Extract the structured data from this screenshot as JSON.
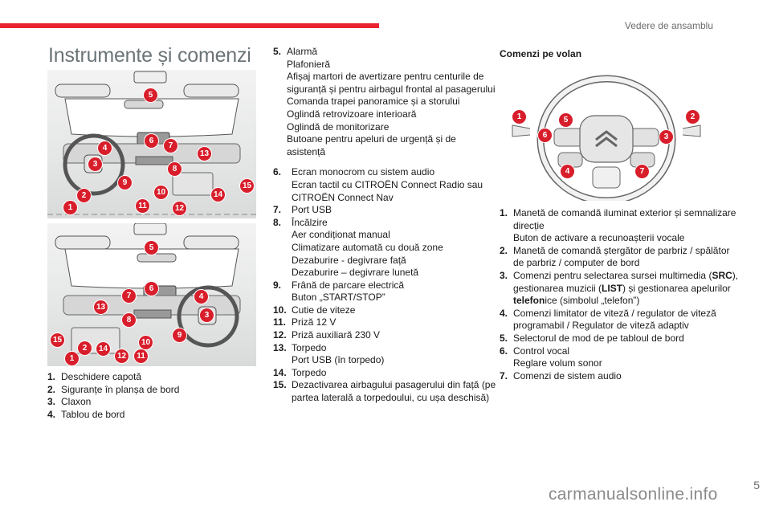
{
  "header": {
    "section_title": "Vedere de ansamblu",
    "accent_color": "#e8232f"
  },
  "page": {
    "title": "Instrumente și comenzi",
    "number": "5"
  },
  "dashboard_figures": {
    "lhd_callouts": [
      "1",
      "2",
      "3",
      "4",
      "5",
      "6",
      "7",
      "8",
      "9",
      "10",
      "11",
      "12",
      "13",
      "14",
      "15"
    ],
    "rhd_callouts": [
      "1",
      "2",
      "3",
      "4",
      "5",
      "6",
      "7",
      "8",
      "9",
      "10",
      "11",
      "12",
      "13",
      "14",
      "15"
    ],
    "callout_color": "#d81e2b"
  },
  "dashboard_items": [
    {
      "num": "1.",
      "lines": [
        "Deschidere capotă"
      ]
    },
    {
      "num": "2.",
      "lines": [
        "Siguranțe în planșa de bord"
      ]
    },
    {
      "num": "3.",
      "lines": [
        "Claxon"
      ]
    },
    {
      "num": "4.",
      "lines": [
        "Tablou de bord"
      ]
    },
    {
      "num": "5.",
      "lines": [
        "Alarmă",
        "Plafonieră",
        "Afișaj martori de avertizare pentru centurile de siguranță și pentru airbagul frontal al pasagerului",
        "Comanda trapei panoramice și a storului",
        "Oglindă retrovizoare interioară",
        "Oglindă de monitorizare",
        "Butoane pentru apeluri de urgență și de asistență"
      ]
    },
    {
      "num": "6.",
      "lines": [
        "Ecran monocrom cu sistem audio",
        "Ecran tactil cu CITROËN Connect Radio sau CITROËN Connect Nav"
      ]
    },
    {
      "num": "7.",
      "lines": [
        "Port USB"
      ]
    },
    {
      "num": "8.",
      "lines": [
        "Încălzire",
        "Aer condiționat manual",
        "Climatizare automată cu două zone",
        "Dezaburire - degivrare față",
        "Dezaburire – degivrare lunetă"
      ]
    },
    {
      "num": "9.",
      "lines": [
        "Frână de parcare electrică",
        "Buton „START/STOP”"
      ]
    },
    {
      "num": "10.",
      "lines": [
        "Cutie de viteze"
      ]
    },
    {
      "num": "11.",
      "lines": [
        "Priză 12 V"
      ]
    },
    {
      "num": "12.",
      "lines": [
        "Priză auxiliară 230 V"
      ]
    },
    {
      "num": "13.",
      "lines": [
        "Torpedo",
        "Port USB (în torpedo)"
      ]
    },
    {
      "num": "14.",
      "lines": [
        "Torpedo"
      ]
    },
    {
      "num": "15.",
      "lines": [
        "Dezactivarea airbagului pasagerului din față (pe partea laterală a torpedoului, cu ușa deschisă)"
      ]
    }
  ],
  "steering": {
    "title": "Comenzi pe volan",
    "callouts": [
      "1",
      "2",
      "3",
      "4",
      "5",
      "6",
      "7"
    ],
    "items": [
      {
        "num": "1.",
        "lines": [
          "Manetă de comandă iluminat exterior și semnalizare direcție",
          "Buton de activare a recunoașterii vocale"
        ]
      },
      {
        "num": "2.",
        "lines": [
          "Manetă de comandă ștergător de parbriz / spălător de parbriz / computer de bord"
        ]
      },
      {
        "num": "3.",
        "lines": [
          "Comenzi pentru selectarea sursei multimedia (SRC), gestionarea muzicii (LIST) și gestionarea apelurilor telefonice (simbolul „telefon”)"
        ]
      },
      {
        "num": "4.",
        "lines": [
          "Comenzi limitator de viteză / regulator de viteză programabil / Regulator de viteză adaptiv"
        ]
      },
      {
        "num": "5.",
        "lines": [
          "Selectorul de mod de pe tabloul de bord"
        ]
      },
      {
        "num": "6.",
        "lines": [
          "Control vocal",
          "Reglare volum sonor"
        ]
      },
      {
        "num": "7.",
        "lines": [
          "Comenzi de sistem audio"
        ]
      }
    ]
  },
  "footer": {
    "watermark": "carmanualsonline.info"
  }
}
